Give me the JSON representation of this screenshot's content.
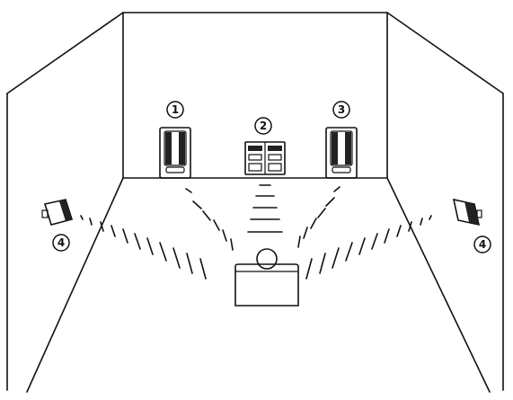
{
  "labels": {
    "front_left": "1",
    "center": "2",
    "front_right": "3",
    "surround_left": "4",
    "surround_right": "4"
  }
}
